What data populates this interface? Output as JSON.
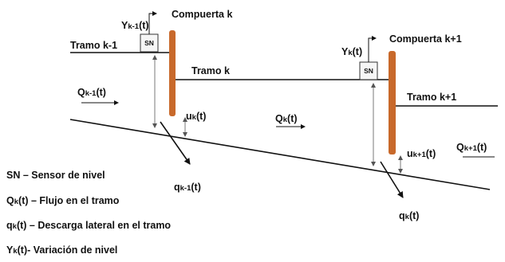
{
  "diagram": {
    "y_km1_main": "Y",
    "y_km1_sub": "k-1",
    "y_km1_tail": "(t)",
    "compuerta_k": "Compuerta k",
    "tramo_km1": "Tramo k-1",
    "sn_box": "SN",
    "tramo_k": "Tramo k",
    "y_k_main": "Y",
    "y_k_sub": "k",
    "y_k_tail": "(t)",
    "compuerta_k1": "Compuerta k+1",
    "tramo_k1": "Tramo k+1",
    "Q_km1_main": "Q",
    "Q_km1_sub": "k-1",
    "Q_km1_tail": "(t)",
    "u_k_main": "u",
    "u_k_sub": "k",
    "u_k_tail": "(t)",
    "Q_k_main": "Q",
    "Q_k_sub": "k",
    "Q_k_tail": "(t)",
    "u_k1_main": "u",
    "u_k1_sub": "k+1",
    "u_k1_tail": "(t)",
    "Q_k1_main": "Q",
    "Q_k1_sub": "k+1",
    "Q_k1_tail": "(t)",
    "q_km1_main": "q",
    "q_km1_sub": "k-1",
    "q_km1_tail": "(t)",
    "q_k_main": "q",
    "q_k_sub": "k",
    "q_k_tail": "(t)"
  },
  "legend": {
    "sn": "SN – Sensor de nivel",
    "qk_main": "Q",
    "qk_sub": "k",
    "qk_text": "(t) – Flujo en el tramo",
    "qlat_main": "q",
    "qlat_sub": "k",
    "qlat_text": "(t) – Descarga lateral en el tramo",
    "yk_main": "Y",
    "yk_sub": "k",
    "yk_text": "(t)- Variación de nivel"
  },
  "colors": {
    "gate": "#c8692b",
    "line": "#111111"
  }
}
